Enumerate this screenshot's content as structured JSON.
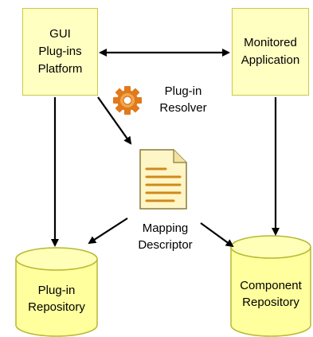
{
  "nodes": {
    "gui_platform": {
      "lines": [
        "GUI",
        "Plug-ins",
        "Platform"
      ]
    },
    "monitored_app": {
      "lines": [
        "Monitored",
        "Application"
      ]
    },
    "plugin_resolver": {
      "lines": [
        "Plug-in",
        "Resolver"
      ],
      "icon": "gear-icon"
    },
    "mapping_descriptor": {
      "lines": [
        "Mapping",
        "Descriptor"
      ],
      "icon": "document-icon"
    },
    "plugin_repository": {
      "lines": [
        "Plug-in",
        "Repository"
      ]
    },
    "component_repository": {
      "lines": [
        "Component",
        "Repository"
      ]
    }
  },
  "edges": [
    {
      "from": "gui_platform",
      "to": "monitored_app",
      "style": "bidirectional"
    },
    {
      "from": "gui_platform",
      "to": "mapping_descriptor",
      "style": "arrow"
    },
    {
      "from": "gui_platform",
      "to": "plugin_repository",
      "style": "arrow"
    },
    {
      "from": "monitored_app",
      "to": "component_repository",
      "style": "arrow"
    },
    {
      "from": "mapping_descriptor",
      "to": "plugin_repository",
      "style": "arrow"
    },
    {
      "from": "mapping_descriptor",
      "to": "component_repository",
      "style": "arrow"
    }
  ],
  "colors": {
    "box_fill": "#ffffc2",
    "box_stroke": "#c9c948",
    "cylinder_fill": "#ffff9e",
    "cylinder_stroke": "#b8b830",
    "arrow": "#000000",
    "gear_outer": "#e07a1c",
    "gear_inner": "#f3a64a",
    "doc_fill": "#fff6c8",
    "doc_lines": "#d08a1a"
  }
}
